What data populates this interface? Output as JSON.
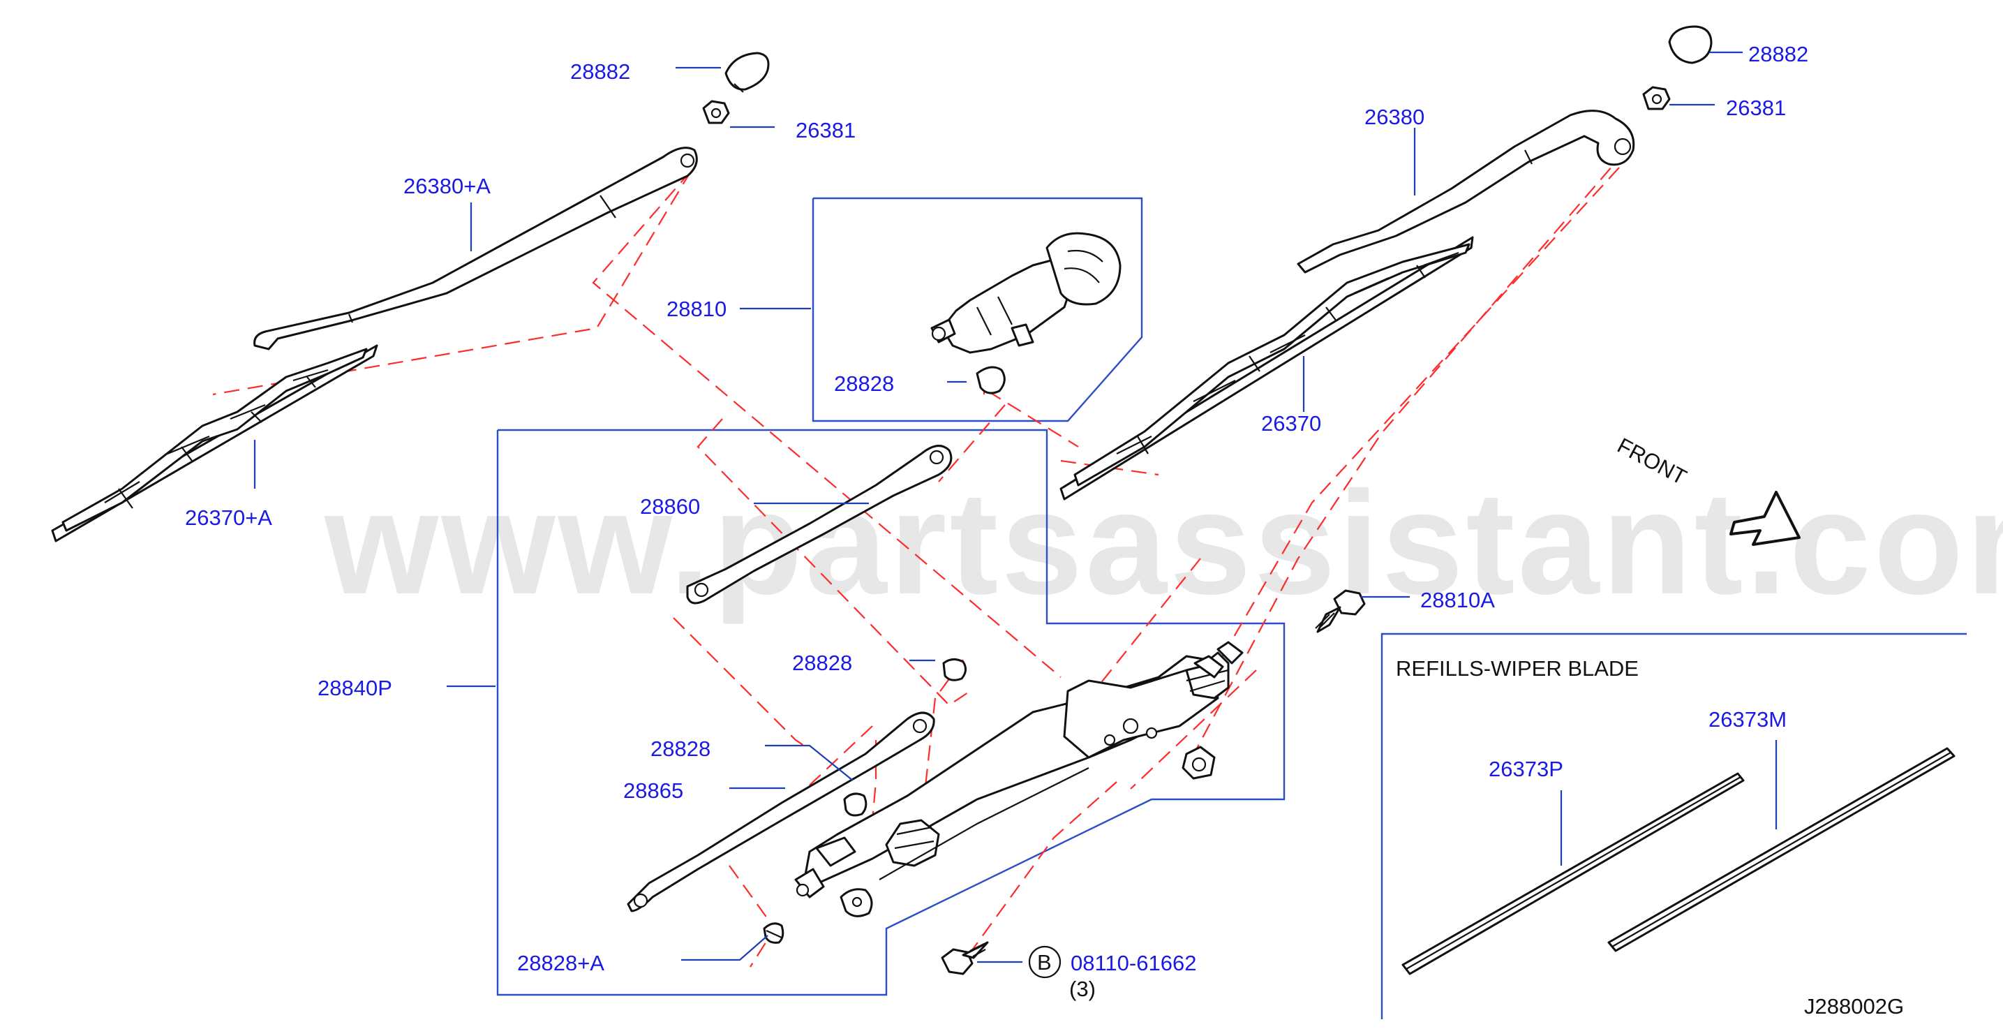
{
  "watermark": "www.partsassistant.com",
  "labels": {
    "l28882_left": "28882",
    "l26381_left": "26381",
    "l26380A": "26380+A",
    "l26370A": "26370+A",
    "l28810": "28810",
    "l28828_motor": "28828",
    "l28860": "28860",
    "l28840P": "28840P",
    "l28828_mid": "28828",
    "l28828_low": "28828",
    "l28865": "28865",
    "l28828A": "28828+A",
    "l28882_right": "28882",
    "l26381_right": "26381",
    "l26380": "26380",
    "l26370": "26370",
    "l28810A": "28810A",
    "bolt_circle": "B",
    "bolt_part": "08110-61662",
    "bolt_qty": "(3)",
    "refills_title": "REFILLS-WIPER   BLADE",
    "l26373P": "26373P",
    "l26373M": "26373M",
    "front": "FRONT",
    "diagram_code": "J288002G"
  },
  "colors": {
    "label": "#1a1ae6",
    "leader": "#1c3fb8",
    "dashed_guide": "#ff2a2a",
    "outline": "#111111",
    "watermark": "#b4b4b4"
  }
}
